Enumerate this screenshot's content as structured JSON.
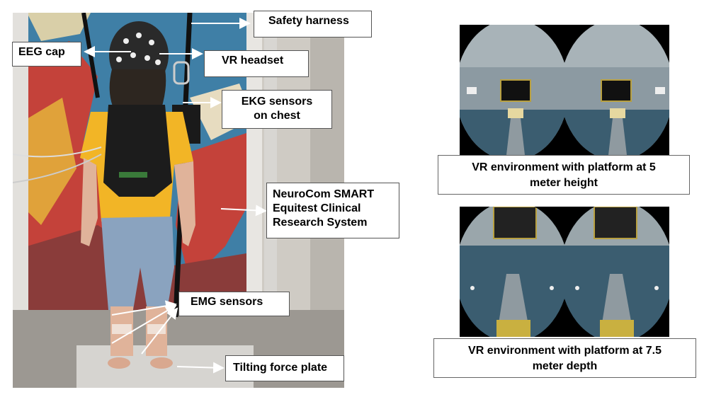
{
  "labels": {
    "safety_harness": "Safety harness",
    "eeg_cap": "EEG cap",
    "vr_headset": "VR headset",
    "ekg_line1": "EKG sensors",
    "ekg_line2": "on chest",
    "neurocom_line1": "NeuroCom SMART",
    "neurocom_line2": "Equitest Clinical",
    "neurocom_line3": "Research System",
    "emg_sensors": "EMG sensors",
    "force_plate": "Tilting force plate"
  },
  "captions": {
    "height_line1": "VR environment with platform at 5",
    "height_line2": "meter height",
    "depth_line1": "VR environment with platform at 7.5",
    "depth_line2": "meter depth"
  },
  "colors": {
    "tshirt": "#f2b526",
    "jeans": "#8aa3bf",
    "vest": "#1c1c1c",
    "wall_blue": "#3f7fa6",
    "wall_red": "#c4423a",
    "vr_floor": "#3b5d70"
  }
}
